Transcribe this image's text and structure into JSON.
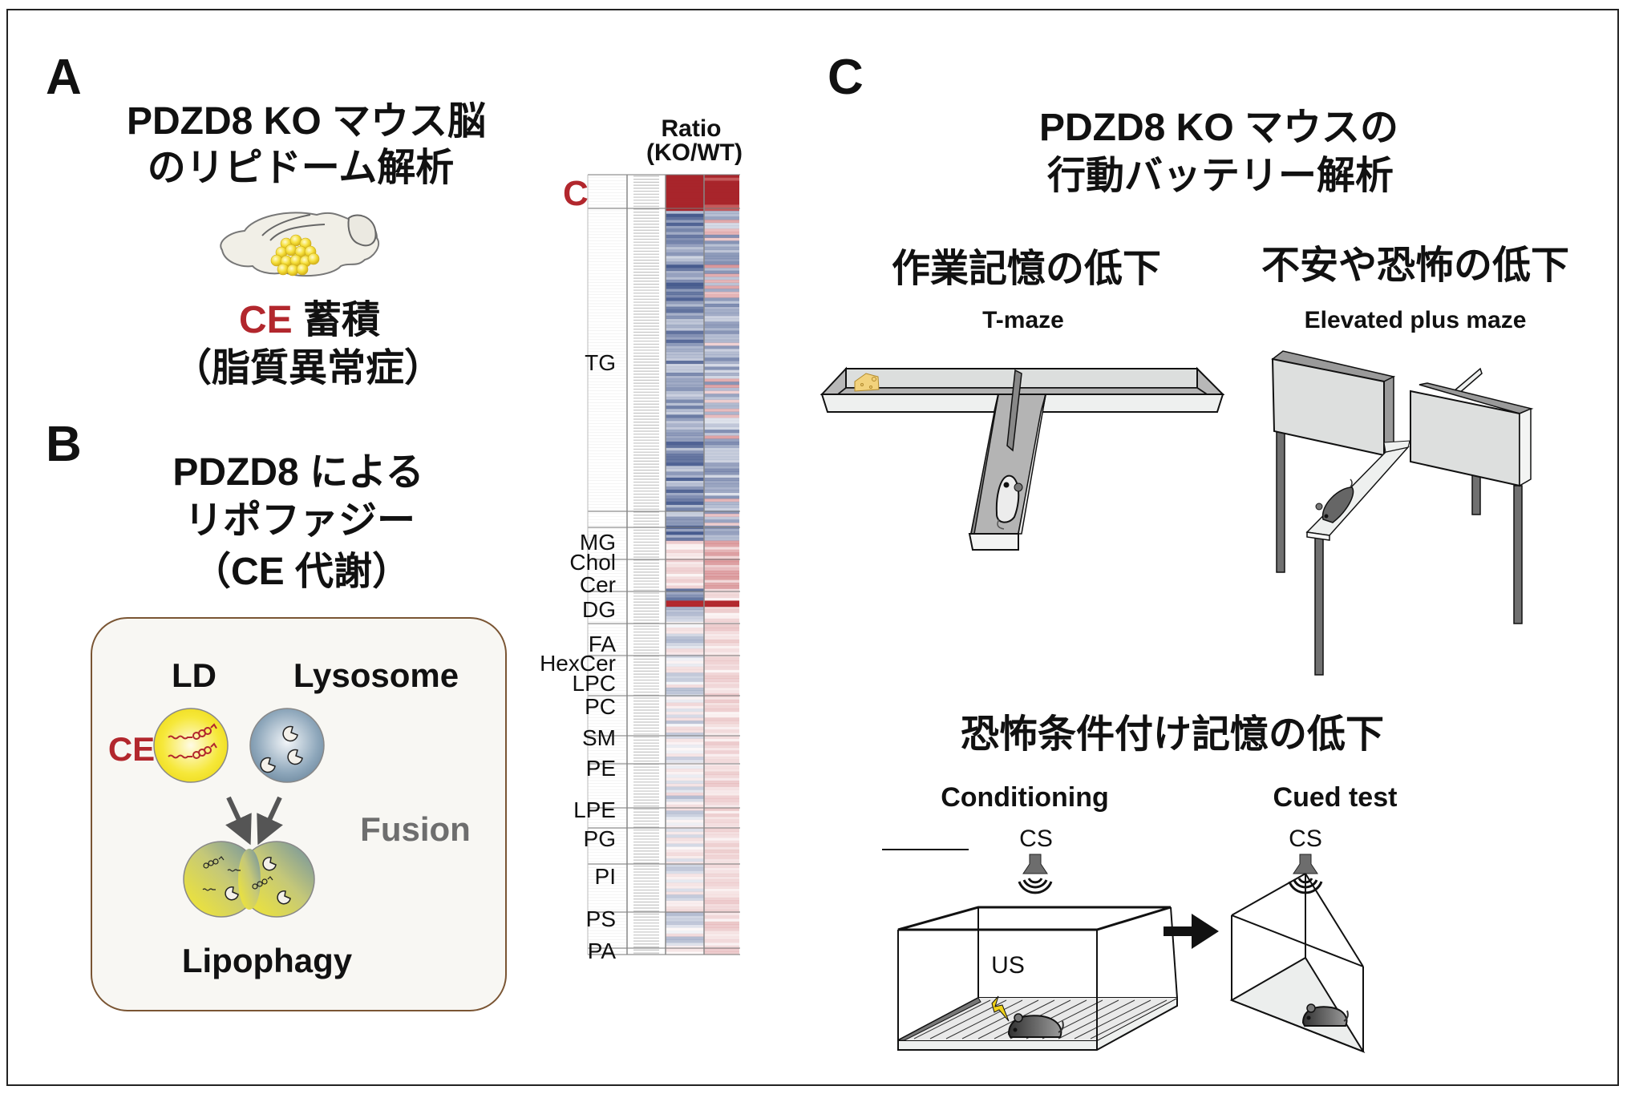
{
  "panels": {
    "A": {
      "letter": "A",
      "title_line1": "PDZD8 KO マウス脳",
      "title_line2": "のリピドーム解析",
      "result_highlight": "CE",
      "result_text": "蓄積",
      "result_line2": "（脂質異常症）",
      "heatmap": {
        "title_line1": "Ratio",
        "title_line2": "(KO/WT)",
        "highlight_label": "CE",
        "class_labels": [
          "TG",
          "MG",
          "Chol",
          "Cer",
          "DG",
          "FA",
          "HexCer",
          "LPC",
          "PC",
          "SM",
          "PE",
          "LPE",
          "PG",
          "PI",
          "PS",
          "PA"
        ]
      }
    },
    "B": {
      "letter": "B",
      "title_line1": "PDZD8 による",
      "title_line2": "リポファジー",
      "title_line3": "（CE 代謝）",
      "ld_label": "LD",
      "lysosome_label": "Lysosome",
      "ce_label": "CE",
      "fusion_label": "Fusion",
      "lipophagy_label": "Lipophagy"
    },
    "C": {
      "letter": "C",
      "title_line1": "PDZD8 KO マウスの",
      "title_line2": "行動バッテリー解析",
      "tests": [
        {
          "heading": "作業記憶の低下",
          "name": "T-maze"
        },
        {
          "heading": "不安や恐怖の低下",
          "name": "Elevated plus maze"
        }
      ],
      "fear": {
        "heading": "恐怖条件付け記憶の低下",
        "conditioning_label": "Conditioning",
        "cued_label": "Cued test",
        "cs_label": "CS",
        "us_label": "US"
      }
    }
  },
  "colors": {
    "accent_red": "#b2272d",
    "heat_red": "#b2272d",
    "heat_blue": "#3d5288",
    "box_border": "#7a5533",
    "box_fill": "#f8f7f3",
    "ld_yellow": "#f3e03a",
    "lysosome_blue": "#7f9ab0",
    "fusion_grey": "#6e6e6e"
  }
}
